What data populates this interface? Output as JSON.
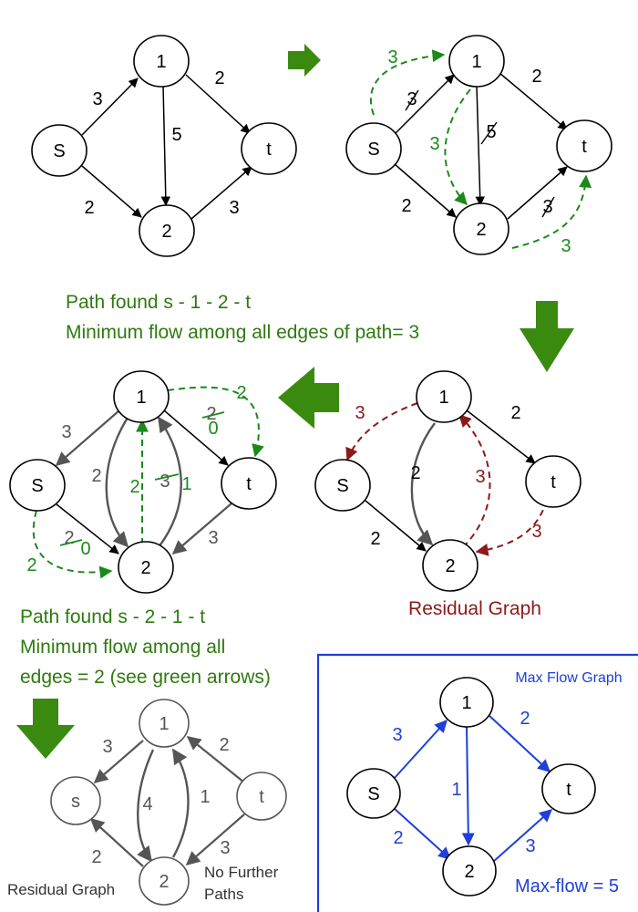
{
  "captions": {
    "path1_line1": "Path found    s - 1 - 2 - t",
    "path1_line2": "Minimum flow among all edges of path= 3",
    "residual1": "Residual Graph",
    "path2_line1": "Path found s - 2 - 1 - t",
    "path2_line2": "Minimum flow among all",
    "path2_line3": "edges = 2 (see green arrows)",
    "residual2": "Residual Graph",
    "no_paths_line1": "No Further",
    "no_paths_line2": "Paths",
    "max_flow_title": "Max Flow Graph",
    "max_flow_value": "Max-flow = 5"
  },
  "nodes": {
    "s": "S",
    "s_lower": "s",
    "n1": "1",
    "n2": "2",
    "t": "t"
  },
  "graph_original": {
    "s1": "3",
    "s2": "2",
    "n12": "5",
    "n1t": "2",
    "n2t": "3"
  },
  "graph_augment1": {
    "flow_s1": "3",
    "cap_s1": "3",
    "flow_12": "3",
    "cap_12": "5",
    "cap_1t": "2",
    "cap_2t": "3",
    "flow_2t": "3",
    "cap_s2": "2"
  },
  "graph_residual1": {
    "r1s": "3",
    "n1t": "2",
    "n12": "2",
    "r21": "3",
    "rt2": "3",
    "s2": "2"
  },
  "graph_augment2": {
    "r1s": "3",
    "n12": "2",
    "flow_21": "2",
    "old_21": "3",
    "new_21": "1",
    "old_1t": "2",
    "new_1t": "0",
    "flow_1t": "2",
    "old_s2": "2",
    "new_s2": "0",
    "flow_s2": "2",
    "rt2": "3"
  },
  "graph_residual2": {
    "r1s": "3",
    "n12": "4",
    "n21": "1",
    "rt1": "2",
    "rt2": "3",
    "r2s": "2"
  },
  "graph_maxflow": {
    "s1": "3",
    "s2": "2",
    "n12": "1",
    "n1t": "2",
    "n2t": "3"
  },
  "colors": {
    "green": "#1a8a1a",
    "caption_green": "#2f7a10",
    "dark_red": "#8b1a1a",
    "blue": "#1f3fd8",
    "big_arrow": "#3a8a10"
  }
}
